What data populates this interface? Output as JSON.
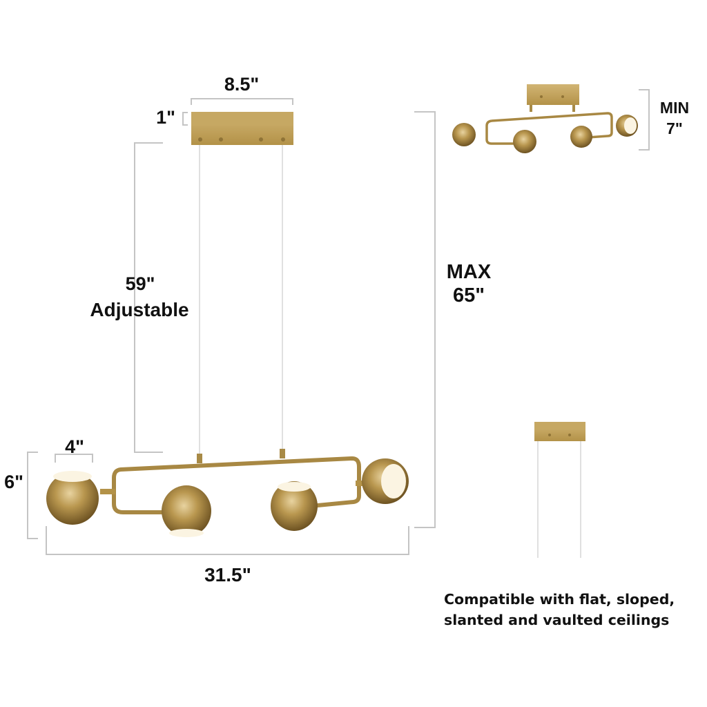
{
  "diagram": {
    "subject": "Linear brass pendant light with 4 globe shades",
    "colors": {
      "brass": "#b9974f",
      "brass_dark": "#7a5f2a",
      "dimension_line": "#bdbdbd",
      "text": "#111111",
      "background": "#ffffff"
    },
    "main_view": {
      "canopy_width": "8.5\"",
      "canopy_height": "1\"",
      "cable_length_value": "59\"",
      "cable_length_note": "Adjustable",
      "max_height_label": "MAX",
      "max_height_value": "65\"",
      "shade_width": "4\"",
      "fixture_height": "6\"",
      "fixture_length": "31.5\""
    },
    "min_view": {
      "min_height_label": "MIN",
      "min_height_value": "7\""
    },
    "ceiling_view": {
      "note_line_1": "Compatible with flat, sloped,",
      "note_line_2": "slanted and vaulted ceilings"
    }
  }
}
